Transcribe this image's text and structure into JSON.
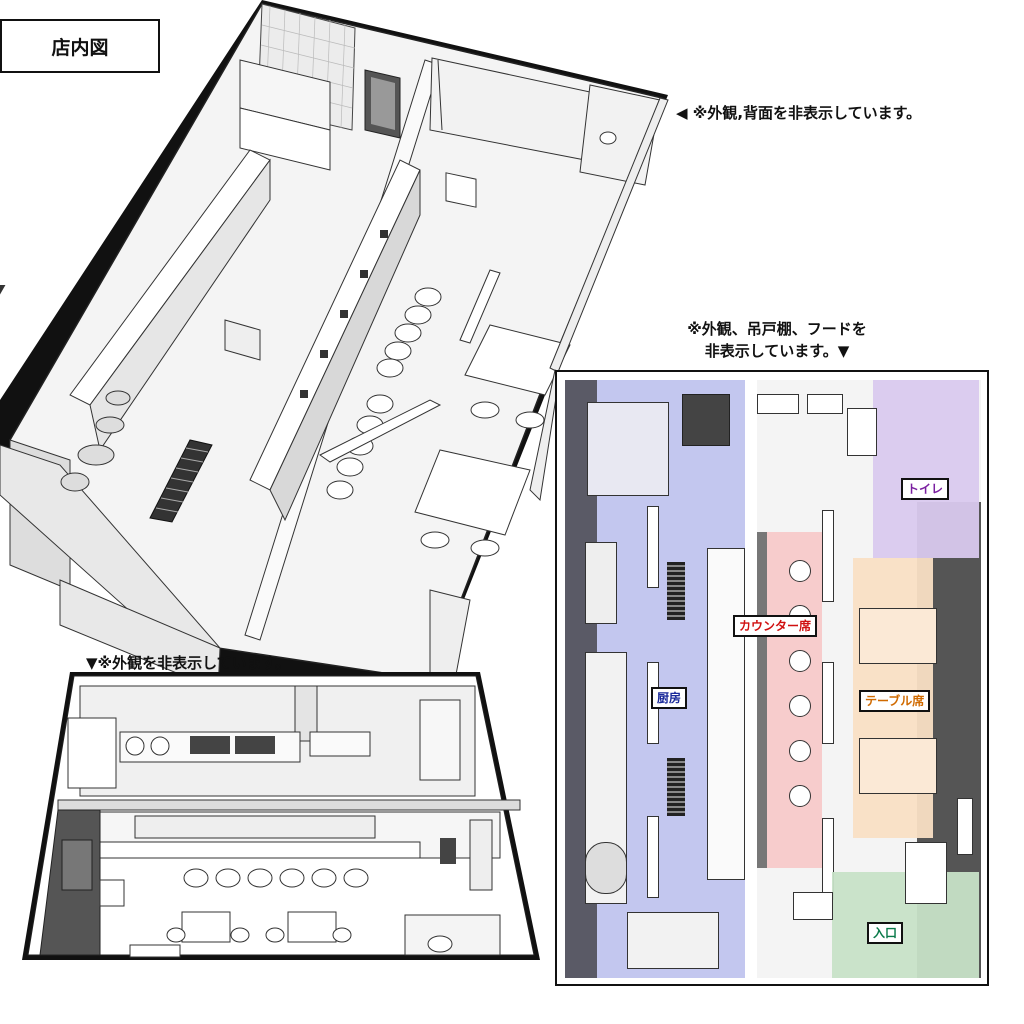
{
  "title": "店内図",
  "notes": {
    "back_hidden": "◀ ※外観,背面を非表示しています。",
    "plan_hidden_line1": "※外観、吊戸棚、フードを",
    "plan_hidden_line2": "非表示しています。▼",
    "front_hidden": "▼※外観を非表示しています。"
  },
  "zones": {
    "kitchen": "厨房",
    "counter": "カウンター席",
    "table": "テーブル席",
    "toilet": "トイレ",
    "entrance": "入口"
  },
  "colors": {
    "kitchen": "#c9cef7",
    "counter": "#f7c9c9",
    "table": "#f9dfc4",
    "toilet": "#d9c9ee",
    "entrance": "#c7e2c7",
    "kitchen_label": "#1a2a9a",
    "counter_label": "#d01010",
    "table_label": "#d06a00",
    "toilet_label": "#7a1fa0",
    "entrance_label": "#0a7a4a"
  }
}
